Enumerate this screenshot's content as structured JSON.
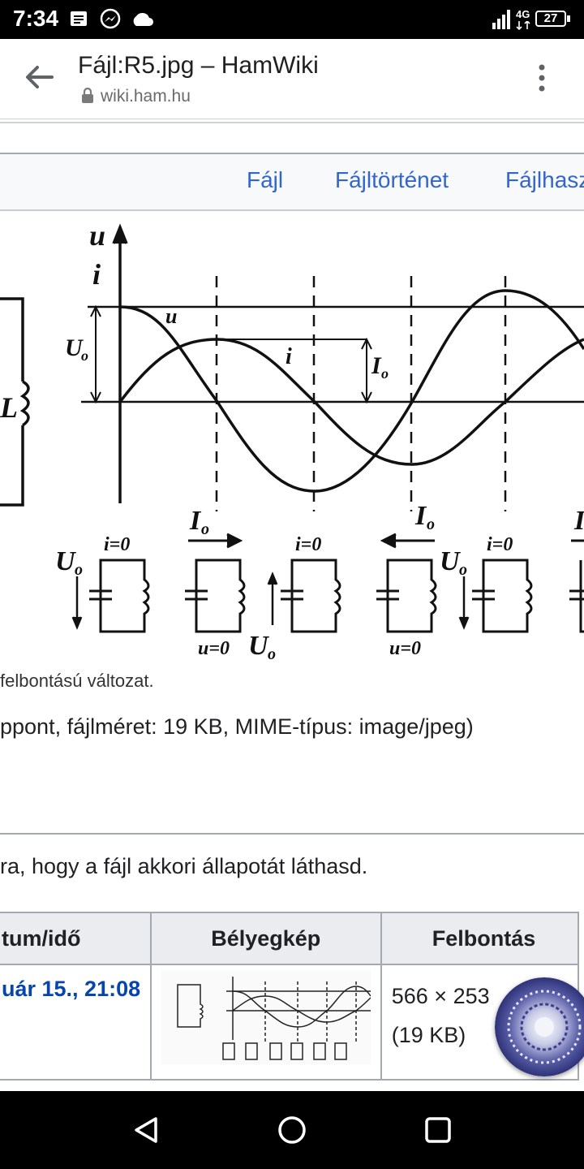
{
  "status": {
    "time": "7:34",
    "network": "4G",
    "battery": "27"
  },
  "browser": {
    "page_title": "Fájl:R5.jpg – HamWiki",
    "domain": "wiki.ham.hu"
  },
  "tabs": [
    {
      "label": "Fájl"
    },
    {
      "label": "Fájltörténet"
    },
    {
      "label": "Fájlhasz"
    }
  ],
  "figure": {
    "labels": {
      "u_axis": "u",
      "i_axis": "i",
      "u_curve": "u",
      "i_curve": "i",
      "U0": "U",
      "I0": "I",
      "sub_zero": "o",
      "L": "L",
      "i_zero": "i=0",
      "u_zero": "u=0"
    }
  },
  "file_info": {
    "caption": "felbontású változat.",
    "meta": "ppont, fájlméret: 19 KB, MIME-típus: image/jpeg)"
  },
  "history": {
    "intro": "ra, hogy a fájl akkori állapotát láthasd.",
    "headers": [
      "tum/idő",
      "Bélyegkép",
      "Felbontás"
    ],
    "rows": [
      {
        "date": "uár 15., 21:08",
        "resolution": "566 × 253",
        "size": "(19 KB)"
      }
    ]
  },
  "colors": {
    "link": "#3366cc",
    "visited_link": "#0645ad",
    "border": "#a2a9b1",
    "header_bg": "#eaecf0"
  }
}
